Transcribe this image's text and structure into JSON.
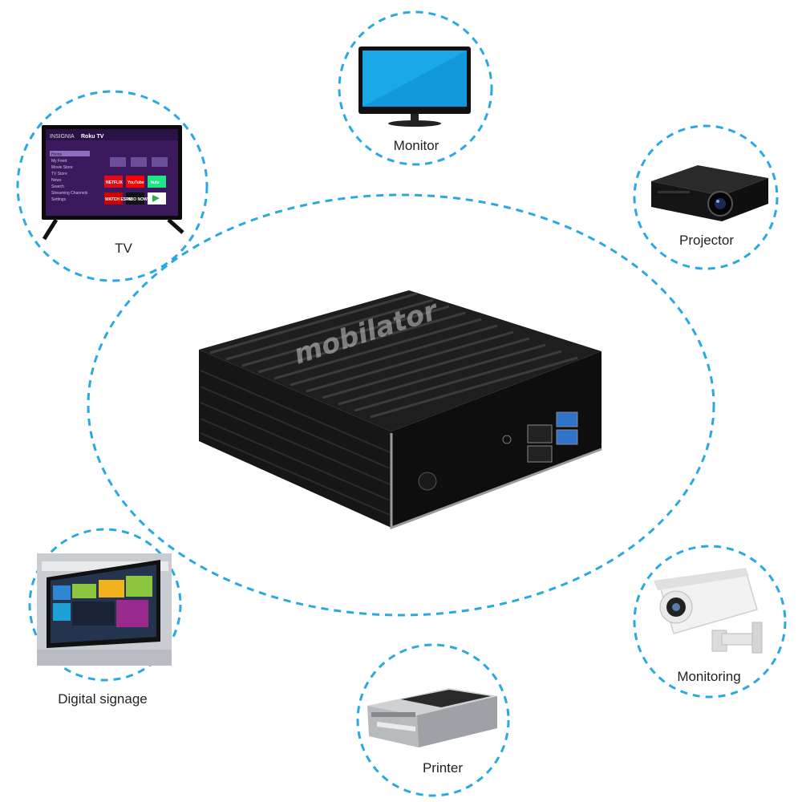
{
  "labels": {
    "monitor": "Monitor",
    "tv": "TV",
    "projector": "Projector",
    "digital_signage": "Digital signage",
    "monitoring": "Monitoring",
    "printer": "Printer"
  },
  "watermark": "mobilator",
  "tv_screen": {
    "brand": "INSIGNIA",
    "platform": "Roku TV",
    "menu": [
      "Home",
      "My Feed",
      "Movie Store",
      "TV Store",
      "News",
      "Search",
      "Streaming Channels",
      "Settings"
    ],
    "apps": [
      "NETFLIX",
      "YouTube",
      "hulu",
      "WATCH ESPN",
      "HBO NOW",
      ""
    ]
  },
  "colors": {
    "dashed": "#29a9e1",
    "device": "#1c1c1c",
    "usb_blue": "#2f73c9"
  }
}
